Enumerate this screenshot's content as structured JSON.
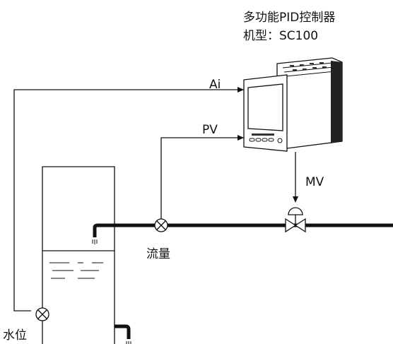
{
  "controller": {
    "title": "多功能PID控制器",
    "model": "机型：SC100"
  },
  "signals": {
    "ai": "Ai",
    "pv": "PV",
    "mv": "MV"
  },
  "sensors": {
    "flow": "流量",
    "level": "水位"
  },
  "colors": {
    "line": "#111111",
    "device_body": "#ffffff",
    "panel": "#2b2b2b"
  }
}
